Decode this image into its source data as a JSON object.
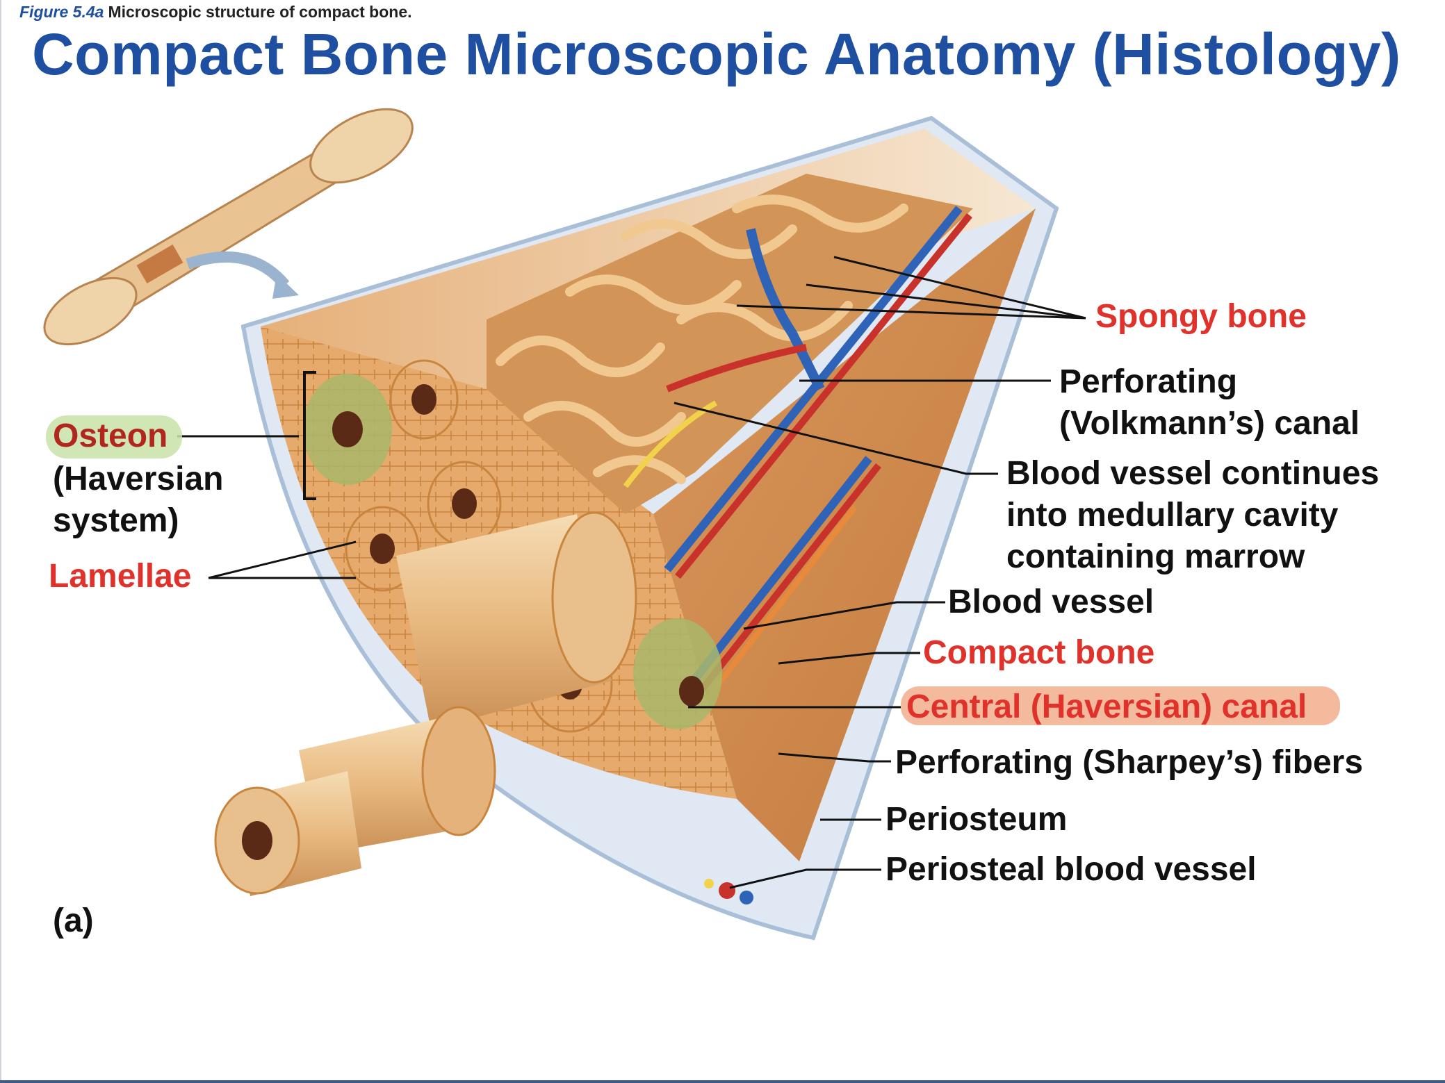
{
  "caption": {
    "figure": "Figure 5.4a",
    "text": "Microscopic structure of compact bone."
  },
  "title": "Compact Bone Microscopic Anatomy (Histology)",
  "labels": {
    "spongy_bone": "Spongy bone",
    "perforating_canal_1": "Perforating",
    "perforating_canal_2": "(Volkmann’s) canal",
    "blood_vessel_continues_1": "Blood vessel continues",
    "blood_vessel_continues_2": "into medullary cavity",
    "blood_vessel_continues_3": "containing marrow",
    "blood_vessel": "Blood vessel",
    "compact_bone": "Compact bone",
    "central_canal": "Central (Haversian) canal",
    "sharpey_fibers": "Perforating (Sharpey’s) fibers",
    "periosteum": "Periosteum",
    "periosteal_vessel": "Periosteal blood vessel",
    "osteon": "Osteon",
    "osteon_sub_1": "(Haversian",
    "osteon_sub_2": "system)",
    "lamellae": "Lamellae",
    "panel": "(a)"
  },
  "colors": {
    "title": "#1f4fa0",
    "label_red": "#e0322b",
    "bone": "#e0a466",
    "vessel_red": "#c8322a",
    "vessel_blue": "#2f63b8",
    "vessel_yellow": "#f2d24a",
    "highlight_green": "#c8e2a8",
    "highlight_orange": "#f1a985"
  }
}
